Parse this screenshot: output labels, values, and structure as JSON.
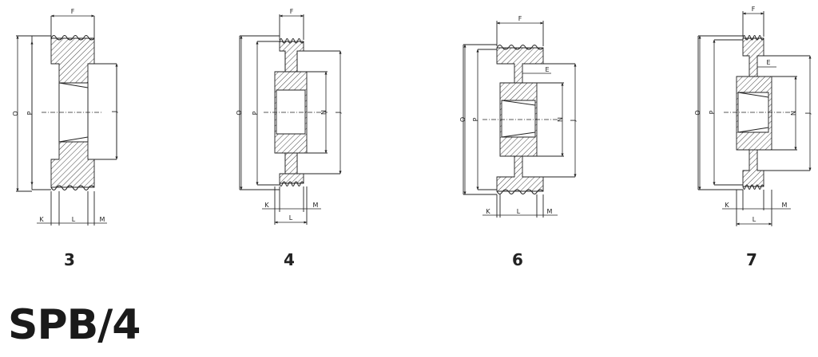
{
  "title": "SPB/4",
  "figures": [
    {
      "number": "3",
      "labels": {
        "F": "F",
        "O": "O",
        "P": "P",
        "J": "J",
        "K": "K",
        "L": "L",
        "M": "M"
      }
    },
    {
      "number": "4",
      "labels": {
        "F": "F",
        "O": "O",
        "P": "P",
        "N": "N",
        "J": "J",
        "K": "K",
        "L": "L",
        "M": "M"
      }
    },
    {
      "number": "6",
      "labels": {
        "F": "F",
        "E": "E",
        "O": "O",
        "P": "P",
        "N": "N",
        "J": "J",
        "K": "K",
        "L": "L",
        "M": "M"
      }
    },
    {
      "number": "7",
      "labels": {
        "F": "F",
        "E": "E",
        "O": "O",
        "P": "P",
        "N": "N",
        "J": "J",
        "K": "K",
        "L": "L",
        "M": "M"
      }
    }
  ]
}
